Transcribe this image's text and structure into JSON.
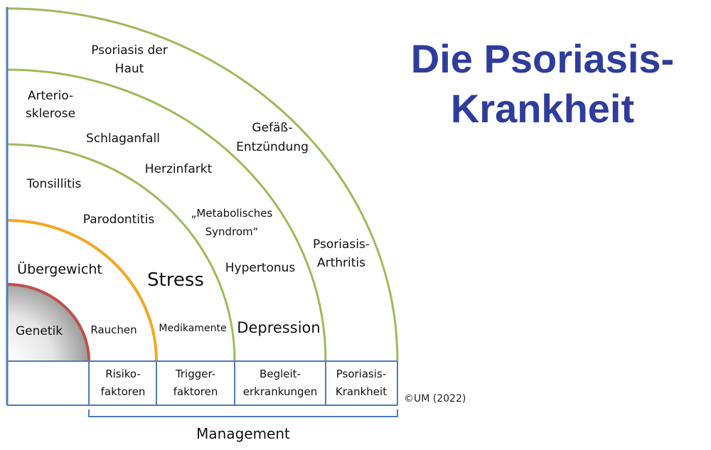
{
  "title": {
    "line1": "Die Psoriasis-",
    "line2": "Krankheit"
  },
  "copyright": "©UM (2022)",
  "colors": {
    "blue": "#4f7cb8",
    "genetics_arc": "#c0504d",
    "trigger_arc": "#f5a623",
    "outer_arcs": "#9bbb59",
    "title": "#2e3c9c"
  },
  "zones": {
    "core": {
      "label": "Genetik"
    },
    "risk": {
      "label": "Rauchen"
    },
    "trigger": {
      "items": [
        "Übergewicht",
        "Stress",
        "Medikamente"
      ]
    },
    "comorbid": {
      "items": [
        "Tonsillitis",
        "Parodontitis",
        "„Metabolisches",
        "Syndrom“",
        "Hypertonus",
        "Depression",
        "Herzinfarkt",
        "Schlaganfall"
      ]
    },
    "disease": {
      "items": [
        "Arterio-",
        "sklerose",
        "Gefäß-",
        "Entzündung",
        "Psoriasis-",
        "Arthritis"
      ]
    },
    "outer": {
      "items": [
        "Psoriasis der",
        "Haut"
      ]
    }
  },
  "table": {
    "cells": [
      {
        "line1": "Risiko-",
        "line2": "faktoren"
      },
      {
        "line1": "Trigger-",
        "line2": "faktoren"
      },
      {
        "line1": "Begleit-",
        "line2": "erkrankungen"
      },
      {
        "line1": "Psoriasis-",
        "line2": "Krankheit"
      }
    ]
  },
  "management": "Management"
}
